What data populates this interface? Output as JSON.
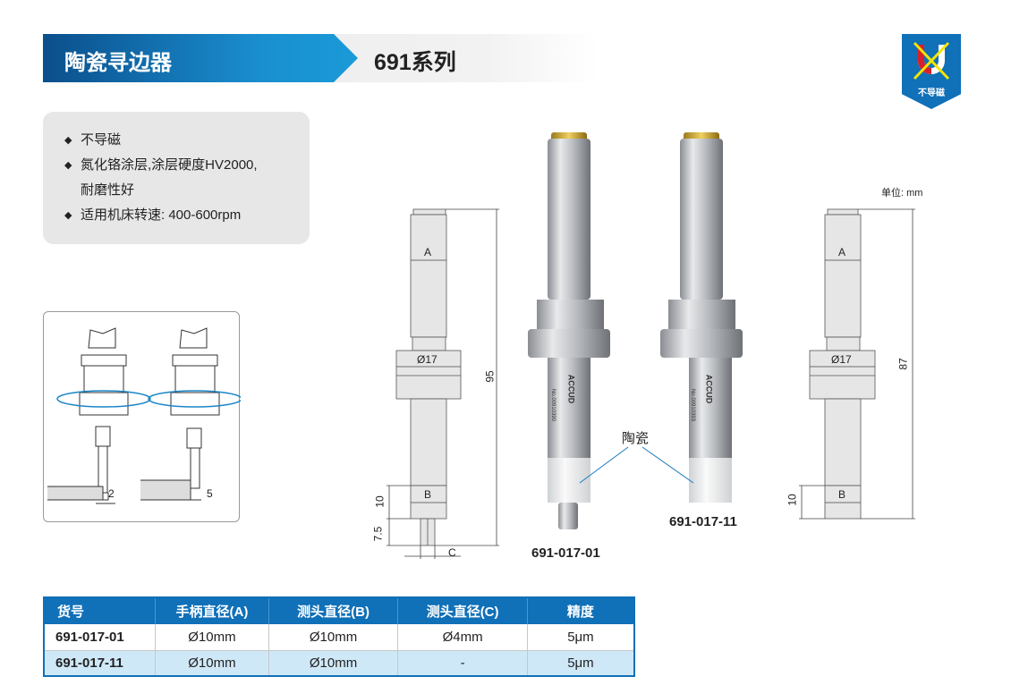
{
  "header": {
    "title": "陶瓷寻边器",
    "series": "691系列"
  },
  "badge": {
    "label": "不导磁",
    "icon": "non-magnetic-icon",
    "color": "#1070b8"
  },
  "features": [
    {
      "text": "不导磁"
    },
    {
      "text": "氮化铬涂层,涂层硬度HV2000,",
      "continuation": "耐磨性好"
    },
    {
      "text": "适用机床转速: 400-600rpm"
    }
  ],
  "usage_diagram": {
    "offset_left": "2",
    "offset_right": "5"
  },
  "drawing_left": {
    "a": "A",
    "d17": "Ø17",
    "b": "B",
    "c": "C",
    "len": "95",
    "d10": "10",
    "d75": "7.5"
  },
  "drawing_right": {
    "unit": "单位: mm",
    "a": "A",
    "d17": "Ø17",
    "b": "B",
    "len": "87",
    "d10": "10"
  },
  "products": {
    "ceramic_label": "陶瓷",
    "p1": "691-017-01",
    "p2": "691-017-11",
    "brand": "ACCUD",
    "serial1": "No.00910390",
    "serial2": "No.00910393"
  },
  "table": {
    "headers": [
      "货号",
      "手柄直径(A)",
      "测头直径(B)",
      "测头直径(C)",
      "精度"
    ],
    "rows": [
      [
        "691-017-01",
        "Ø10mm",
        "Ø10mm",
        "Ø4mm",
        "5μm"
      ],
      [
        "691-017-11",
        "Ø10mm",
        "Ø10mm",
        "-",
        "5μm"
      ]
    ]
  }
}
